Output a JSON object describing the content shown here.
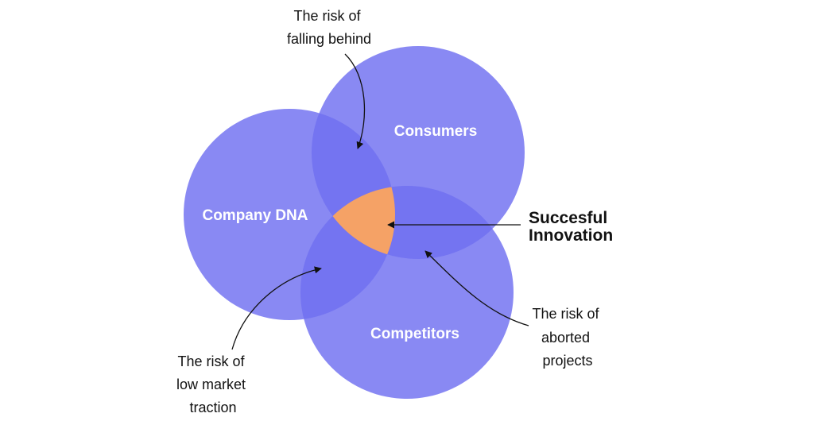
{
  "colors": {
    "circle_fill": "#6f6ff0",
    "circle_opacity": 0.82,
    "center_fill": "#f5a266",
    "text": "#111111",
    "circle_label": "#ffffff"
  },
  "circles": {
    "consumers": "Consumers",
    "company_dna": "Company DNA",
    "competitors": "Competitors"
  },
  "callouts": {
    "falling_behind": [
      "The risk of",
      "falling behind"
    ],
    "low_traction": [
      "The risk of",
      "low market",
      "traction"
    ],
    "aborted_projects": [
      "The risk of",
      "aborted",
      "projects"
    ]
  },
  "center": {
    "line1": "Succesful",
    "line2": "Innovation"
  }
}
